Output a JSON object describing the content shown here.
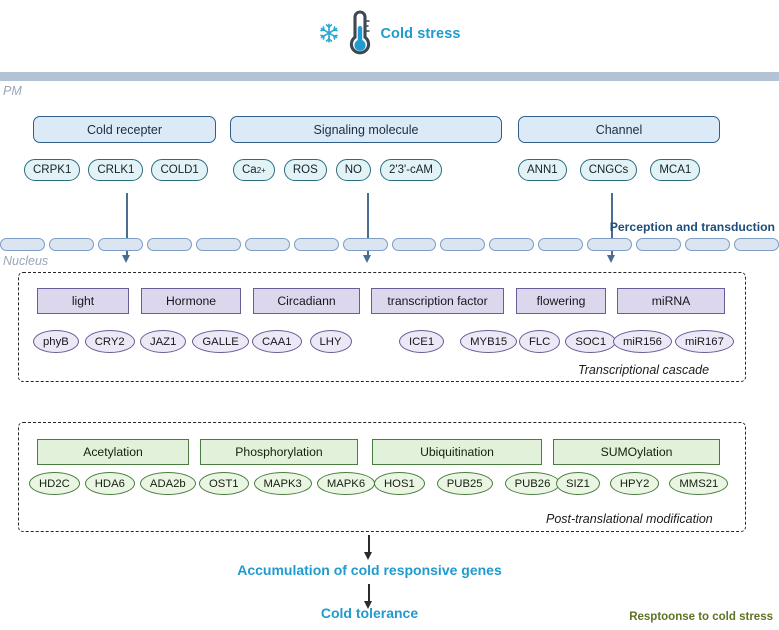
{
  "header": {
    "title": "Cold stress",
    "snowflake_icon": "snowflake-icon",
    "thermometer_icon": "thermometer-icon",
    "accent_color": "#1F9BCF"
  },
  "membrane": {
    "pm_label": "PM",
    "nucleus_label": "Nucleus",
    "perception_label": "Perception and transduction",
    "pm_color": "#b3c3d6",
    "nucleus_seg_color": "#dbe5f1"
  },
  "perception": {
    "groups": [
      {
        "title": "Cold  recepter",
        "items": [
          {
            "label": "CRPK1"
          },
          {
            "label": "CRLK1"
          },
          {
            "label": "COLD1"
          }
        ]
      },
      {
        "title": "Signaling molecule",
        "items": [
          {
            "label": "Ca2+",
            "html": "Ca<sup>2+</sup>"
          },
          {
            "label": "ROS"
          },
          {
            "label": "NO"
          },
          {
            "label": "2'3'-cAM"
          }
        ]
      },
      {
        "title": "Channel",
        "items": [
          {
            "label": "ANN1"
          },
          {
            "label": "CNGCs"
          },
          {
            "label": "MCA1"
          }
        ]
      }
    ]
  },
  "transcriptional_cascade": {
    "caption": "Transcriptional cascade",
    "accent_color": "#6a5c95",
    "categories": [
      {
        "title": "light",
        "items": [
          "phyB",
          "CRY2"
        ]
      },
      {
        "title": "Hormone",
        "items": [
          "JAZ1",
          "GALLE"
        ]
      },
      {
        "title": "Circadiann",
        "items": [
          "CAA1",
          "LHY"
        ]
      },
      {
        "title": "transcription factor",
        "items": [
          "ICE1",
          "MYB15"
        ]
      },
      {
        "title": "flowering",
        "items": [
          "FLC",
          "SOC1"
        ]
      },
      {
        "title": "miRNA",
        "items": [
          "miR156",
          "miR167"
        ]
      }
    ]
  },
  "post_translational": {
    "caption": "Post-translational modification",
    "accent_color": "#4a7c3f",
    "categories": [
      {
        "title": "Acetylation",
        "items": [
          "HD2C",
          "HDA6",
          "ADA2b"
        ]
      },
      {
        "title": "Phosphorylation",
        "items": [
          "OST1",
          "MAPK3",
          "MAPK6"
        ]
      },
      {
        "title": "Ubiquitination",
        "items": [
          "HOS1",
          "PUB25",
          "PUB26"
        ]
      },
      {
        "title": "SUMOylation",
        "items": [
          "SIZ1",
          "HPY2",
          "MMS21"
        ]
      }
    ]
  },
  "outcomes": {
    "accumulation": "Accumulation of cold responsive genes",
    "tolerance": "Cold tolerance",
    "response_label": "Resptoonse to cold stress",
    "response_color": "#5f7324"
  }
}
